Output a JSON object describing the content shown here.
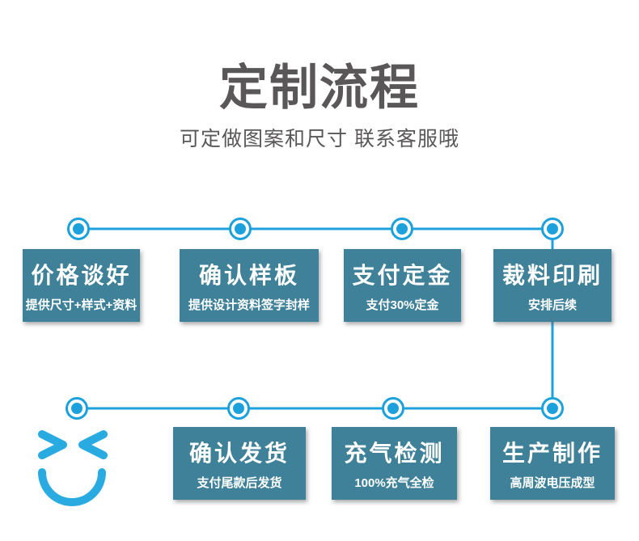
{
  "header": {
    "title": "定制流程",
    "subtitle": "可定做图案和尺寸 联系客服哦"
  },
  "flow": {
    "top_row": [
      {
        "title": "价格谈好",
        "subtitle": "提供尺寸+样式+资料"
      },
      {
        "title": "确认样板",
        "subtitle": "提供设计资料签字封样"
      },
      {
        "title": "支付定金",
        "subtitle": "支付30%定金"
      },
      {
        "title": "裁料印刷",
        "subtitle": "安排后续"
      }
    ],
    "bottom_row": [
      {
        "title": "确认发货",
        "subtitle": "支付尾款后发货"
      },
      {
        "title": "充气检测",
        "subtitle": "100%充气全检"
      },
      {
        "title": "生产制作",
        "subtitle": "高周波电压成型"
      }
    ]
  },
  "icons": {
    "smiley": "winking-smiley-face"
  },
  "colors": {
    "page_bg": "#ffffff",
    "accent_blue": "#1da1dc",
    "box_teal": "#3e8199",
    "smiley_blue": "#29abe2",
    "title_gray": "#595757"
  }
}
